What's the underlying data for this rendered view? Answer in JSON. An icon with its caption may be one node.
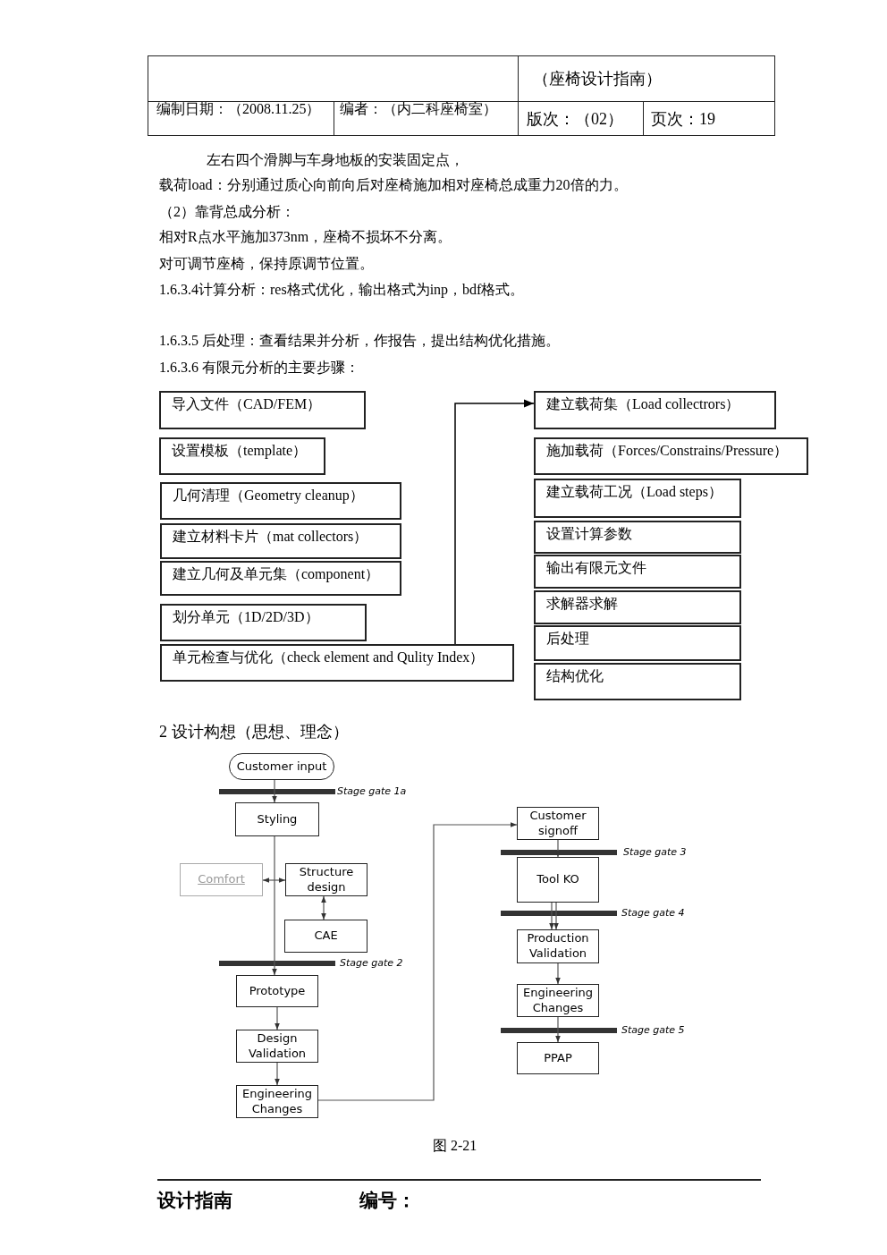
{
  "diagram": {
    "caption": "图 2-21",
    "nodes": [
      {
        "text": [
          "导入文件（CAD/FEM）"
        ]
      },
      {
        "text": [
          "设置模板（template）"
        ]
      },
      {
        "text": [
          "几何清理（Geometry cleanup）"
        ]
      },
      {
        "text": [
          "建立材料卡片（mat collectors）"
        ]
      },
      {
        "text": [
          "建立几何及单元集（component）"
        ]
      },
      {
        "text": [
          "划分单元（1D/2D/3D）"
        ]
      },
      {
        "text": [
          "单元检查与优化（check element and Qulity Index）"
        ]
      },
      {
        "text": [
          "建立载荷集（Load collectrors）"
        ]
      },
      {
        "text": [
          "施加载荷（Forces/Constrains/Pressure）"
        ]
      },
      {
        "text": [
          "建立载荷工况（Load steps）"
        ]
      },
      {
        "text": [
          "设置计算参数"
        ]
      },
      {
        "text": [
          "输出有限元文件"
        ]
      },
      {
        "text": [
          "求解器求解"
        ]
      },
      {
        "text": [
          "后处理"
        ]
      },
      {
        "text": [
          "结构优化"
        ]
      },
      {
        "text": [
          "Customer input"
        ]
      },
      {
        "text": [
          "Styling"
        ]
      },
      {
        "text": [
          "Comfort"
        ]
      },
      {
        "text": [
          "Structure design"
        ]
      },
      {
        "text": [
          "CAE"
        ]
      },
      {
        "text": [
          "Prototype"
        ]
      },
      {
        "text": [
          "Design Validation"
        ]
      },
      {
        "text": [
          "Engineering Changes"
        ]
      },
      {
        "text": [
          "Customer signoff"
        ]
      },
      {
        "text": [
          "Tool KO"
        ]
      },
      {
        "text": [
          "Production Validation"
        ]
      },
      {
        "text": [
          "Engineering Changes"
        ]
      },
      {
        "text": [
          "PPAP"
        ]
      }
    ],
    "edges": [
      {
        "from": 6,
        "to": 7,
        "arrow": "to"
      },
      {
        "from": 15,
        "to": 16,
        "arrow": "to"
      },
      {
        "from": 16,
        "to": 20,
        "arrow": "to"
      },
      {
        "from": 17,
        "to": 18,
        "arrow": "both"
      },
      {
        "from": 18,
        "to": 19,
        "arrow": "both"
      },
      {
        "from": 20,
        "to": 21,
        "arrow": "to"
      },
      {
        "from": 21,
        "to": 22,
        "arrow": "to"
      },
      {
        "from": 22,
        "to": 23,
        "arrow": "to"
      },
      {
        "from": 23,
        "to": 24,
        "arrow": "to"
      },
      {
        "from": 24,
        "to": 25,
        "arrow": "to"
      },
      {
        "from": 24,
        "to": 25,
        "arrow": "to"
      },
      {
        "from": 25,
        "to": 26,
        "arrow": "to"
      },
      {
        "from": 26,
        "to": 27,
        "arrow": "to"
      }
    ],
    "labels": [
      "（座椅设计指南）",
      "编制日期：（2008.11.25）",
      "编者：（内二科座椅室）",
      "版次：（02）",
      "页次：19",
      "左右四个滑脚与车身地板的安装固定点，",
      "载荷load：分别通过质心向前向后对座椅施加相对座椅总成重力20倍的力。",
      "（2）靠背总成分析：",
      "相对R点水平施加373nm，座椅不损坏不分离。",
      "对可调节座椅，保持原调节位置。",
      "1.6.3.4计算分析：res格式优化，输出格式为inp，bdf格式。",
      "1.6.3.5 后处理：查看结果并分析，作报告，提出结构优化措施。",
      "1.6.3.6 有限元分析的主要步骤：",
      "2 设计构想（思想、理念）",
      "Stage gate 1a",
      "Stage gate 3",
      "Stage gate 4",
      "Stage gate 2",
      "Stage gate 5",
      "设计指南",
      "编号："
    ]
  }
}
